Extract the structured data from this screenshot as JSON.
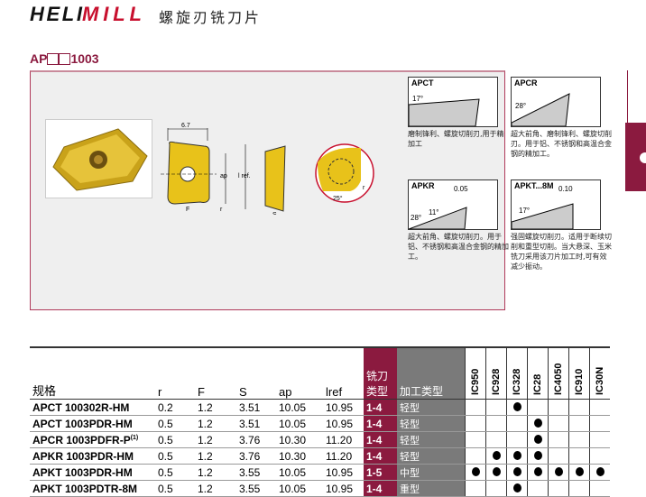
{
  "header": {
    "logo": "HELIMILL",
    "title": "螺旋刃铣刀片",
    "code_prefix": "AP",
    "code_suffix": "1003"
  },
  "drawing": {
    "dim_width": "6.7",
    "dim_ap": "ap",
    "dim_lref": "l ref.",
    "dim_F": "F",
    "dim_r": "r",
    "dim_S": "S",
    "detail_angle": "25°",
    "detail_r": "r"
  },
  "profiles": [
    {
      "name": "APCT",
      "angle": "17°",
      "desc": "磨制锋利、螺旋切削刃,用于精加工"
    },
    {
      "name": "APCR",
      "angle": "28°",
      "desc": "超大前角、磨制锋利、螺旋切削刃。用于铝、不锈钢和高温合金钢的精加工。"
    },
    {
      "name": "APKR",
      "angle": "28°",
      "angle2": "11°",
      "dim": "0.05",
      "desc": "超大前角、螺旋切削刃。用于铝、不锈钢和高温合金钢的精加工。"
    },
    {
      "name": "APKT...8M",
      "angle": "17°",
      "dim": "0.10",
      "desc": "强固螺旋切削刃。适用于断续切削和重型切削。当大悬深、玉米铣刀采用该刀片加工时,可有效减少振动。"
    }
  ],
  "table": {
    "headers": [
      "规格",
      "r",
      "F",
      "S",
      "ap",
      "lref",
      "铣刀类型",
      "加工类型"
    ],
    "grades": [
      "IC950",
      "IC928",
      "IC328",
      "IC28",
      "IC4050",
      "IC910",
      "IC30N"
    ],
    "rows": [
      {
        "name": "APCT 100302R-HM",
        "sup": "",
        "r": "0.2",
        "F": "1.2",
        "S": "3.51",
        "ap": "10.05",
        "lref": "10.95",
        "cutter": "1-4",
        "type": "轻型",
        "marks": [
          0,
          0,
          1,
          0,
          0,
          0,
          0
        ]
      },
      {
        "name": "APCT 1003PDR-HM",
        "sup": "",
        "r": "0.5",
        "F": "1.2",
        "S": "3.51",
        "ap": "10.05",
        "lref": "10.95",
        "cutter": "1-4",
        "type": "轻型",
        "marks": [
          0,
          0,
          0,
          1,
          0,
          0,
          0
        ]
      },
      {
        "name": "APCR 1003PDFR-P",
        "sup": "(1)",
        "r": "0.5",
        "F": "1.2",
        "S": "3.76",
        "ap": "10.30",
        "lref": "11.20",
        "cutter": "1-4",
        "type": "轻型",
        "marks": [
          0,
          0,
          0,
          1,
          0,
          0,
          0
        ]
      },
      {
        "name": "APKR 1003PDR-HM",
        "sup": "",
        "r": "0.5",
        "F": "1.2",
        "S": "3.76",
        "ap": "10.30",
        "lref": "11.20",
        "cutter": "1-4",
        "type": "轻型",
        "marks": [
          0,
          1,
          1,
          1,
          0,
          0,
          0
        ]
      },
      {
        "name": "APKT 1003PDR-HM",
        "sup": "",
        "r": "0.5",
        "F": "1.2",
        "S": "3.55",
        "ap": "10.05",
        "lref": "10.95",
        "cutter": "1-5",
        "type": "中型",
        "marks": [
          1,
          1,
          1,
          1,
          1,
          1,
          1
        ]
      },
      {
        "name": "APKT 1003PDTR-8M",
        "sup": "",
        "r": "0.5",
        "F": "1.2",
        "S": "3.55",
        "ap": "10.05",
        "lref": "10.95",
        "cutter": "1-4",
        "type": "重型",
        "marks": [
          0,
          0,
          1,
          0,
          0,
          0,
          0
        ]
      }
    ]
  },
  "colors": {
    "accent": "#8b1a3f",
    "insert": "#e8c21a",
    "grey": "#7a7a7a"
  }
}
